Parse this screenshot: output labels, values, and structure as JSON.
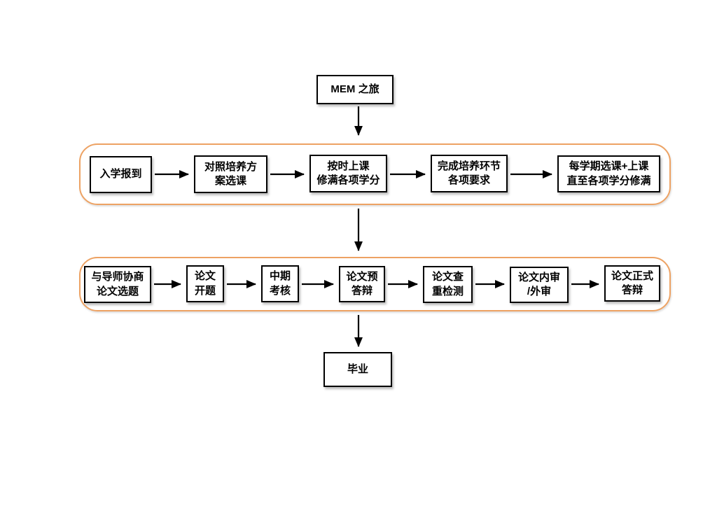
{
  "diagram": {
    "title_box": {
      "label": "MEM 之旅"
    },
    "stage1": {
      "steps": [
        {
          "label": "入学报到"
        },
        {
          "label": "对照培养方\n案选课"
        },
        {
          "label": "按时上课\n修满各项学分"
        },
        {
          "label": "完成培养环节\n各项要求"
        },
        {
          "label": "每学期选课+上课\n直至各项学分修满"
        }
      ]
    },
    "stage2": {
      "steps": [
        {
          "label": "与导师协商\n论文选题"
        },
        {
          "label": "论文\n开题"
        },
        {
          "label": "中期\n考核"
        },
        {
          "label": "论文预\n答辩"
        },
        {
          "label": "论文查\n重检测"
        },
        {
          "label": "论文内审\n/外审"
        },
        {
          "label": "论文正式\n答辩"
        }
      ]
    },
    "end_box": {
      "label": "毕业"
    },
    "colors": {
      "container_border": "#EDA263",
      "box_border": "#000000",
      "arrow": "#000000",
      "background": "#FFFFFF"
    }
  }
}
